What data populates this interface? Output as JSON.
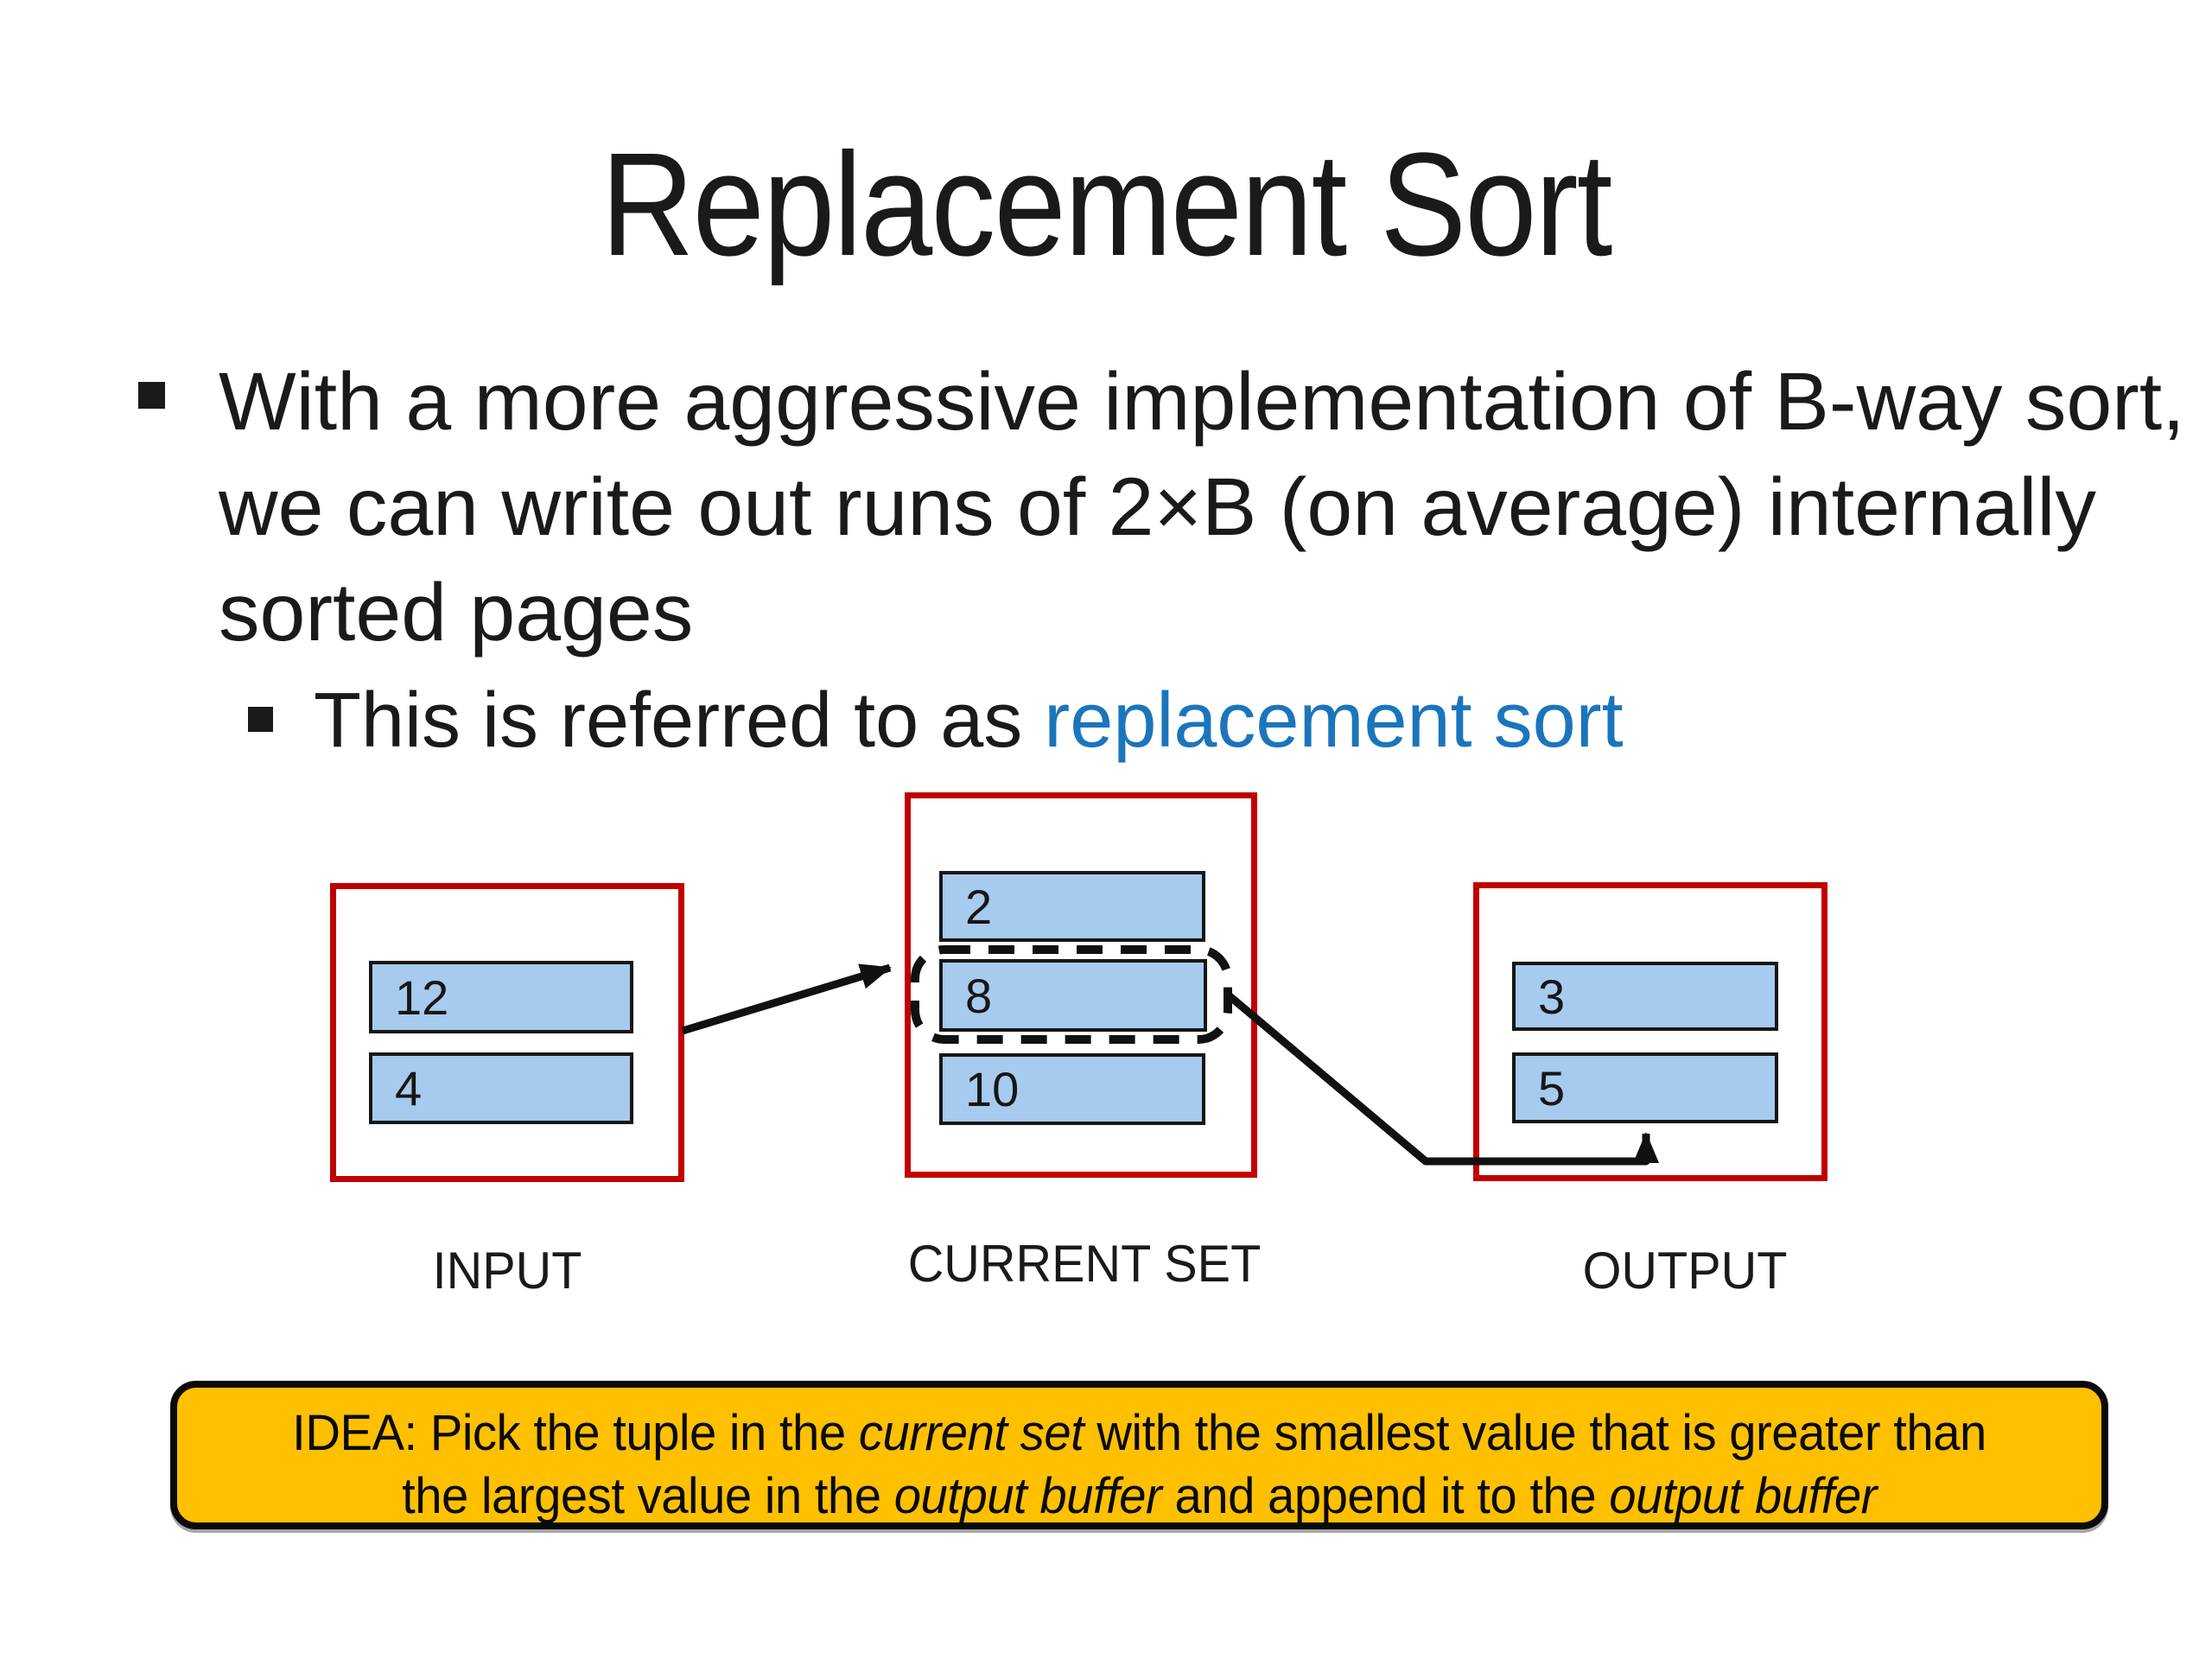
{
  "title": "Replacement Sort",
  "bullet": {
    "lines": [
      "With a more aggressive implementation of B-way sort,",
      "we can write out runs of 2×B (on average) internally",
      "sorted pages"
    ]
  },
  "sub_bullet": {
    "prefix": "This is referred to as ",
    "highlight": "replacement sort"
  },
  "diagram": {
    "input": {
      "label": "INPUT",
      "pages": [
        "12",
        "4"
      ]
    },
    "current": {
      "label": "CURRENT SET",
      "pages": [
        "2",
        "8",
        "10"
      ],
      "selected_page": "8"
    },
    "output": {
      "label": "OUTPUT",
      "pages": [
        "3",
        "5"
      ]
    }
  },
  "idea": {
    "line1_prefix": "IDEA: Pick the tuple in the ",
    "line1_italic": "current set",
    "line1_suffix": " with the smallest value that is greater than",
    "line2_prefix": "the largest value in the ",
    "line2_italic1": "output buffer",
    "line2_mid": " and append it to the ",
    "line2_italic2": "output buffer"
  },
  "colors": {
    "ink": "#1a1a1a",
    "accent": "#1b75bc",
    "red": "#c00000",
    "page-fill": "#a6cbee",
    "orange": "#ffc000"
  }
}
